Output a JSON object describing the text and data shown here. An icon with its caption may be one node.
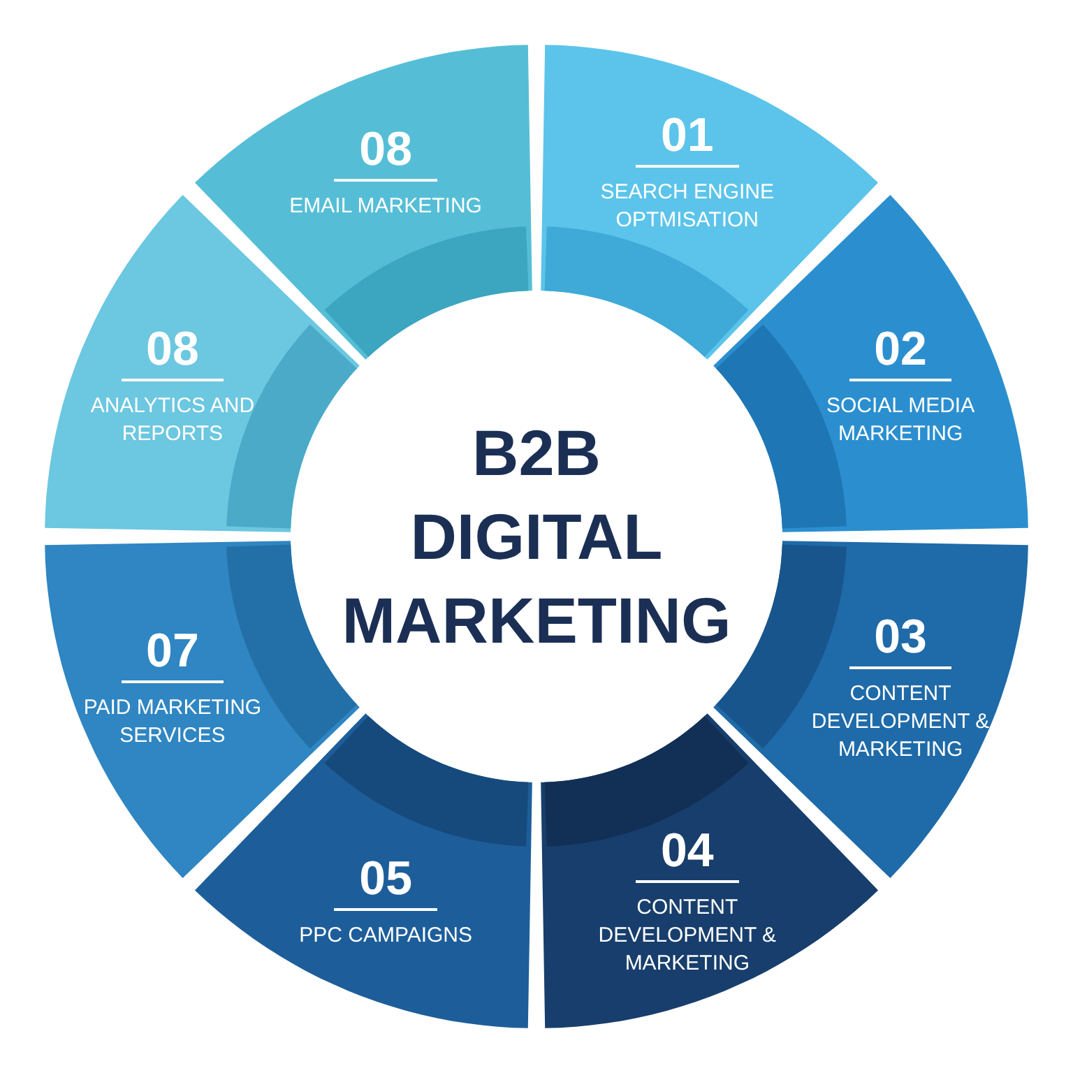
{
  "diagram": {
    "nodes": [
      {
        "text": [
          "B2B DIGITAL MARKETING"
        ]
      },
      {
        "text": [
          "01",
          "SEARCH ENGINE OPTMISATION"
        ]
      },
      {
        "text": [
          "02",
          "SOCIAL MEDIA MARKETING"
        ]
      },
      {
        "text": [
          "03",
          "CONTENT DEVELOPMENT & MARKETING"
        ]
      },
      {
        "text": [
          "04",
          "CONTENT DEVELOPMENT & MARKETING"
        ]
      },
      {
        "text": [
          "05",
          "PPC CAMPAIGNS"
        ]
      },
      {
        "text": [
          "07",
          "PAID MARKETING SERVICES"
        ]
      },
      {
        "text": [
          "08",
          "ANALYTICS AND REPORTS"
        ]
      },
      {
        "text": [
          "08",
          "EMAIL MARKETING"
        ]
      }
    ]
  }
}
